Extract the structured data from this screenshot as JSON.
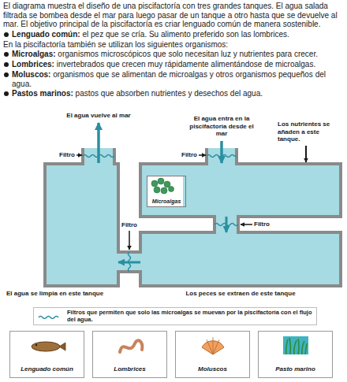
{
  "diagram": {
    "nodes": [
      {
        "text": [
          "El agua se limpia en este tanque"
        ]
      },
      {
        "text": [
          "Los nutrientes se añaden a este tanque."
        ]
      },
      {
        "text": [
          "Microalgas"
        ],
        "in": 1
      },
      {
        "text": [
          "Los peces se extraen de este tanque"
        ]
      },
      {
        "text": [
          "Lenguado común"
        ]
      },
      {
        "text": [
          "Lombrices"
        ]
      },
      {
        "text": [
          "Moluscos"
        ]
      },
      {
        "text": [
          "Pasto marino"
        ]
      }
    ],
    "edges": [
      {
        "from": 1,
        "to": 3,
        "arrow": "to"
      },
      {
        "from": 3,
        "to": 0,
        "arrow": "to"
      }
    ],
    "labels": [
      "El diagrama muestra el diseño de una piscifactoría con tres grandes tanques. El agua salada filtrada se bombea desde el mar para luego pasar de un tanque a otro hasta que se devuelve al mar. El objetivo principal de la piscifactoría es criar lenguado común de manera sostenible.",
      "Lenguado común: el pez que se cría. Su alimento preferido son las lombrices.",
      "En la piscifactoría también se utilizan los siguientes organismos:",
      "Microalgas: organismos microscópicos que solo necesitan luz y nutrientes para crecer.",
      "Lombrices: invertebrados que crecen muy rápidamente alimentándose de microalgas.",
      "Moluscos: organismos que se alimentan de microalgas y otros organismos pequeños del agua.",
      "Pastos marinos: pastos que absorben nutrientes y desechos del agua.",
      "El agua vuelve al mar",
      "Filtro",
      "El agua entra en la piscifactoría desde el mar",
      "Filtro",
      "Filtro",
      "Filtro"
    ],
    "legend": [
      {
        "text": "Filtros que permiten que solo las microalgas se muevan por la piscifactoría con el flujo del agua."
      }
    ]
  }
}
